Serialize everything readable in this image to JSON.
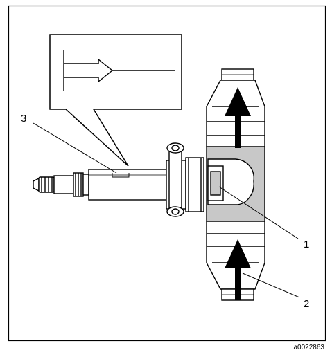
{
  "diagram": {
    "callouts": [
      {
        "id": "1",
        "label": "1"
      },
      {
        "id": "2",
        "label": "2"
      },
      {
        "id": "3",
        "label": "3"
      }
    ],
    "reference_code": "a0022863",
    "colors": {
      "housing_grey": "#c8c8c8",
      "line": "#000000",
      "background": "#ffffff"
    },
    "icons": [
      "flow-direction-arrow-icon"
    ]
  }
}
